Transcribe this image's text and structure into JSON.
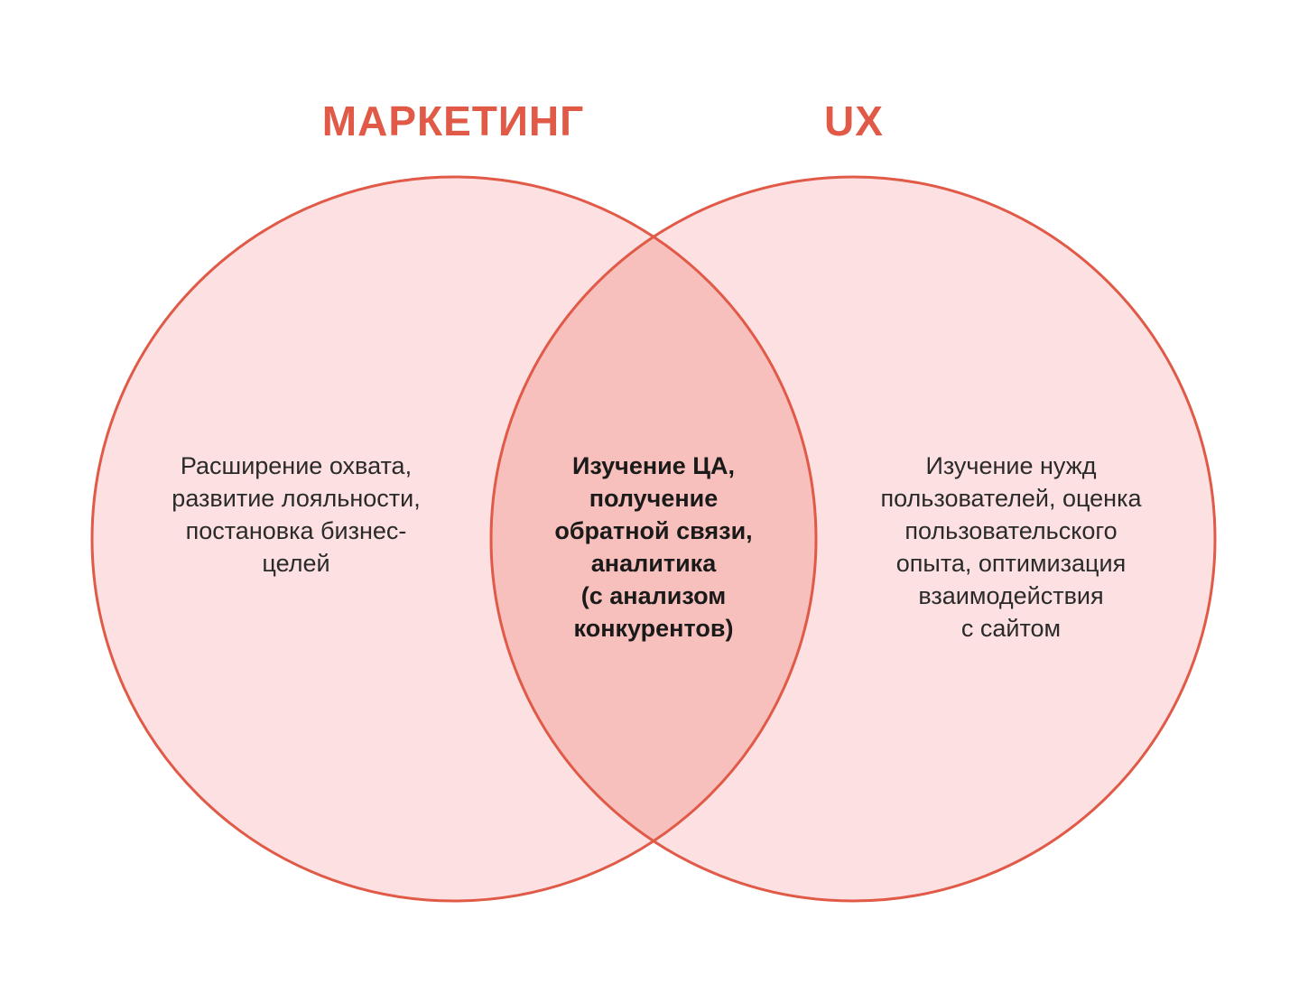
{
  "colors": {
    "accent": "#e05a47",
    "circle_fill": "#fde0e1",
    "intersection_fill": "#f8c0bc",
    "outline": "#e05a47",
    "text": "#2a2a2a"
  },
  "left_set": {
    "title": "МАРКЕТИНГ",
    "lines": [
      "Расширение охвата,",
      "развитие лояльности,",
      "постановка бизнес-",
      "целей"
    ]
  },
  "right_set": {
    "title": "UX",
    "lines": [
      "Изучение нужд",
      "пользователей, оценка",
      "пользовательского",
      "опыта, оптимизация",
      "взаимодействия",
      "с сайтом"
    ]
  },
  "intersection": {
    "lines": [
      "Изучение ЦА,",
      "получение",
      "обратной связи,",
      "аналитика",
      "(с анализом",
      "конкурентов)"
    ]
  }
}
